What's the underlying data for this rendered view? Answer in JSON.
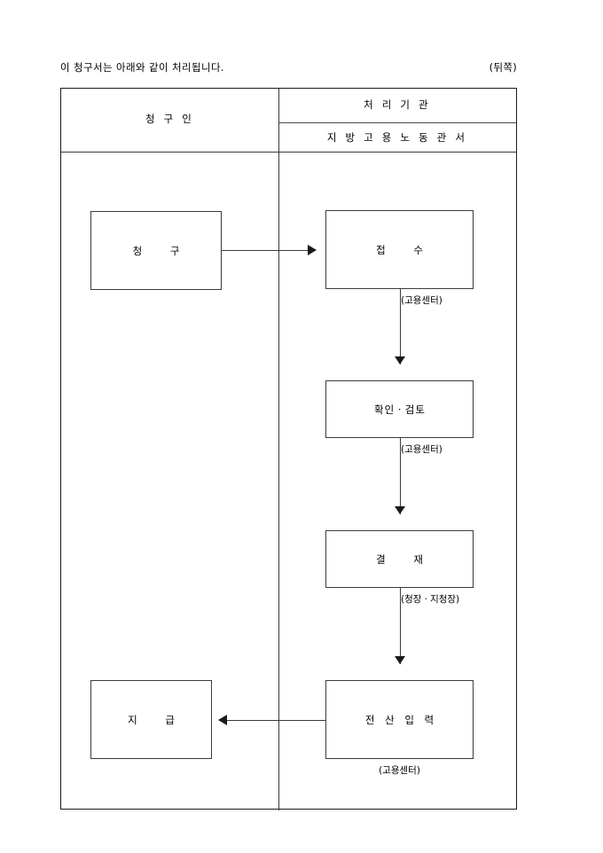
{
  "page": {
    "note": "이 청구서는 아래와 같이 처리됩니다.",
    "page_mark": "(뒤쪽)"
  },
  "table": {
    "columns": [
      {
        "header": "청 구 인"
      },
      {
        "header": "처 리 기 관",
        "subheader": "지 방 고 용 노 동 관 서"
      }
    ]
  },
  "flow": {
    "nodes": [
      {
        "id": "claim",
        "label": "청    구",
        "caption": ""
      },
      {
        "id": "receipt",
        "label": "접    수",
        "caption": "(고용센터)"
      },
      {
        "id": "review",
        "label": "확인ㆍ검토",
        "caption": "(고용센터)"
      },
      {
        "id": "approval",
        "label": "결    재",
        "caption": "(청장ㆍ지청장)"
      },
      {
        "id": "data_entry",
        "label": "전 산 입 력",
        "caption": "(고용센터)"
      },
      {
        "id": "payment",
        "label": "지    급",
        "caption": ""
      }
    ],
    "edges": [
      {
        "from": "claim",
        "to": "receipt",
        "direction": "right"
      },
      {
        "from": "receipt",
        "to": "review",
        "direction": "down"
      },
      {
        "from": "review",
        "to": "approval",
        "direction": "down"
      },
      {
        "from": "approval",
        "to": "data_entry",
        "direction": "down"
      },
      {
        "from": "data_entry",
        "to": "payment",
        "direction": "left"
      }
    ]
  },
  "colors": {
    "ink": "#1a1a1a",
    "rule": "#3b3b3b",
    "paper": "#ffffff"
  }
}
